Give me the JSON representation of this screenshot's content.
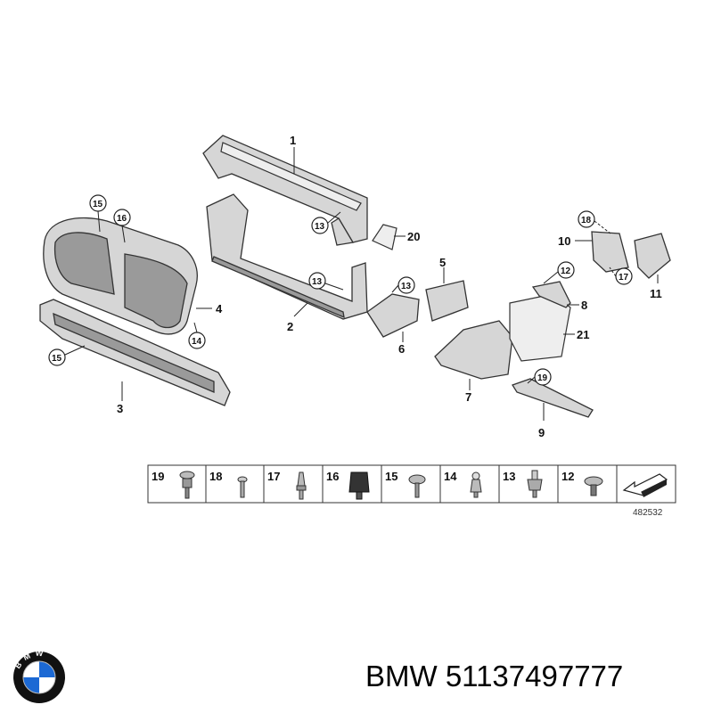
{
  "callouts": {
    "c1": "1",
    "c2": "2",
    "c3": "3",
    "c4": "4",
    "c5": "5",
    "c6": "6",
    "c7": "7",
    "c8": "8",
    "c9": "9",
    "c10": "10",
    "c11": "11",
    "c20": "20",
    "c21": "21",
    "b15a": "15",
    "b16": "16",
    "b14": "14",
    "b15b": "15",
    "b13a": "13",
    "b13b": "13",
    "b13c": "13",
    "b12": "12",
    "b18": "18",
    "b17": "17",
    "b19": "19"
  },
  "legend": [
    "19",
    "18",
    "17",
    "16",
    "15",
    "14",
    "13",
    "12"
  ],
  "diagram_code": "482532",
  "logo": {
    "letters": "BMW",
    "colors": {
      "blue": "#1c69d4",
      "ring": "#111111",
      "white": "#ffffff"
    }
  },
  "caption": "BMW 51137497777"
}
